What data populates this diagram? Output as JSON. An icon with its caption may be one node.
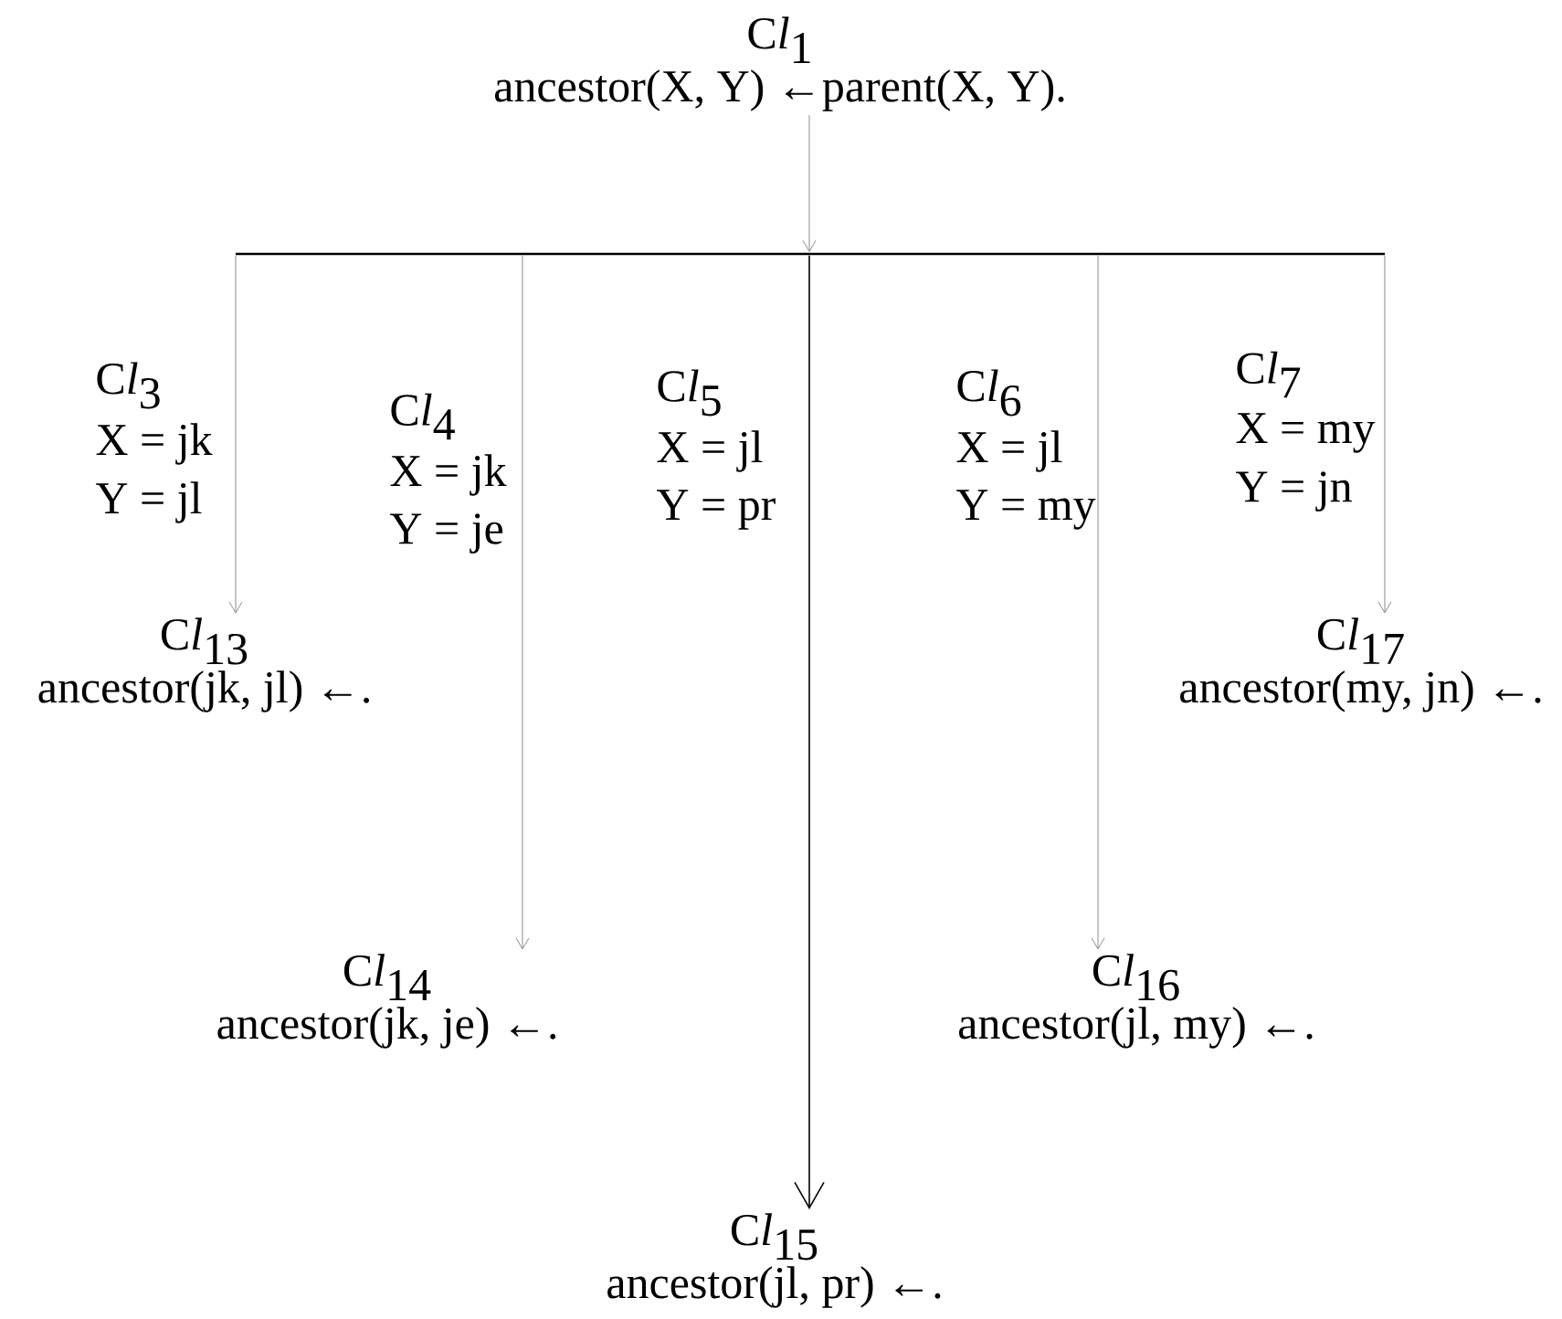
{
  "diagram": {
    "nodes": [
      {
        "text": [
          "\\textrm{C}\\textit{l}_{\\textrm{1}}",
          "ancestor(X, Y) ←parent(X, Y)."
        ]
      },
      {
        "text": [],
        "shape": "bar"
      },
      {
        "text": [
          "\\textrm{C}\\textit{l}_{\\textrm{13}}",
          "ancestor(jk, jl) ←."
        ]
      },
      {
        "text": [
          "\\textrm{C}\\textit{l}_{\\textrm{14}}",
          "ancestor(jk, je) ←."
        ]
      },
      {
        "text": [
          "\\textrm{C}\\textit{l}_{\\textrm{15}}",
          "ancestor(jl, pr) ←."
        ]
      },
      {
        "text": [
          "\\textrm{C}\\textit{l}_{\\textrm{16}}",
          "ancestor(jl, my) ←."
        ]
      },
      {
        "text": [
          "\\textrm{C}\\textit{l}_{\\textrm{17}}",
          "ancestor(my, jn) ←."
        ]
      }
    ],
    "edges": [
      {
        "from": 0,
        "to": 1,
        "arrow": "to"
      },
      {
        "from": 1,
        "to": 2,
        "arrow": "to",
        "label": "\\textrm{C}\\textit{l}_{\\textrm{3}}"
      },
      {
        "from": 1,
        "to": 3,
        "arrow": "to",
        "label": "\\textrm{C}\\textit{l}_{\\textrm{4}}"
      },
      {
        "from": 1,
        "to": 4,
        "arrow": "to",
        "label": "\\textrm{C}\\textit{l}_{\\textrm{5}}",
        "color": "#000000"
      },
      {
        "from": 1,
        "to": 5,
        "arrow": "to",
        "label": "\\textrm{C}\\textit{l}_{\\textrm{6}}"
      },
      {
        "from": 1,
        "to": 6,
        "arrow": "to",
        "label": "\\textrm{C}\\textit{l}_{\\textrm{7}}"
      }
    ],
    "labels": [
      "X = jk",
      "Y = jl",
      "X = jk",
      "Y = je",
      "X = jl",
      "Y = pr",
      "X = jl",
      "Y = my",
      "X = my",
      "Y = jn"
    ]
  }
}
